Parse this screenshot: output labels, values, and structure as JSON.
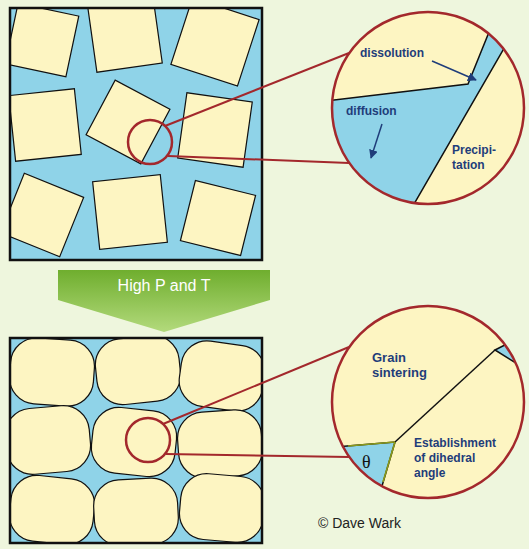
{
  "diagram": {
    "nodes": [
      {
        "text": [
          "High P and T"
        ]
      }
    ],
    "labels": [
      "dissolution",
      "diffusion",
      "Precipi-tation",
      "Grain sintering",
      "θ",
      "Establishment of dihedral angle",
      "© Dave Wark"
    ]
  }
}
